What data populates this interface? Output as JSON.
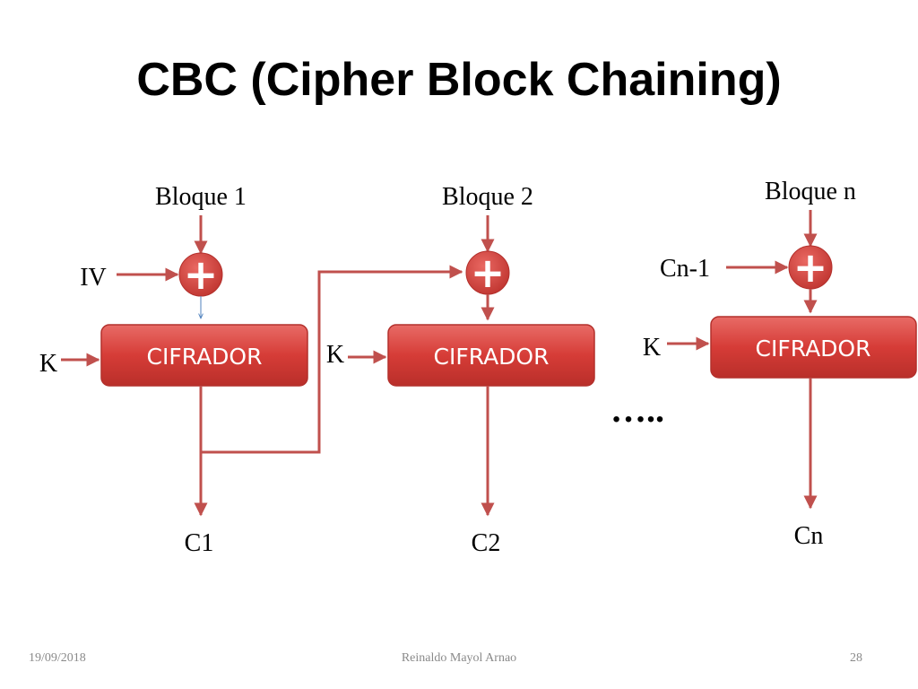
{
  "slide": {
    "title": "CBC (Cipher Block Chaining)"
  },
  "diagram": {
    "stage1": {
      "input": "Bloque 1",
      "iv": "IV",
      "key": "K",
      "block": "CIFRADOR",
      "output": "C1"
    },
    "stage2": {
      "input": "Bloque 2",
      "key": "K",
      "block": "CIFRADOR",
      "output": "C2"
    },
    "stage_n": {
      "input": "Bloque n",
      "chain": "Cn-1",
      "key": "K",
      "block": "CIFRADOR",
      "output": "Cn"
    },
    "ellipsis": "…..",
    "xor_symbol": "+",
    "colors": {
      "arrow": "#c0504d",
      "block_fill": "#d63c37",
      "block_border": "#b3302c",
      "xor_fill": "#d0403b",
      "iv_arrow_thin": "#4f81bd"
    }
  },
  "footer": {
    "date": "19/09/2018",
    "author": "Reinaldo Mayol Arnao",
    "page": "28"
  }
}
